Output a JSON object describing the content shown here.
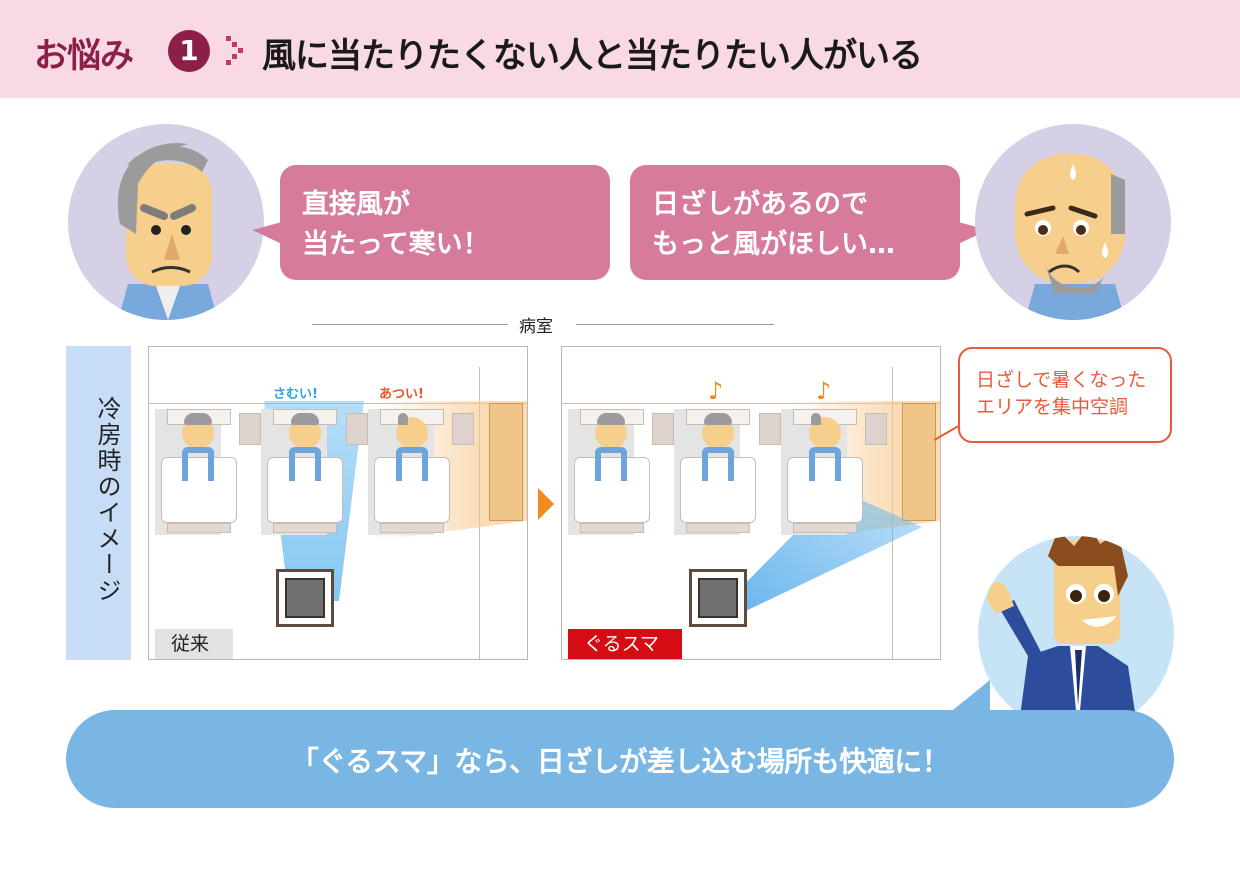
{
  "header": {
    "prefix": "お悩み",
    "number": "1",
    "title": "風に当たりたくない人と当たりたい人がいる",
    "colors": {
      "background": "#f8d9e4",
      "accent": "#8c1e4a"
    }
  },
  "speech_bubbles": [
    {
      "speaker": "angry-elderly-patient",
      "lines": [
        "直接風が",
        "当たって寒い！"
      ]
    },
    {
      "speaker": "sweating-elderly-patient",
      "lines": [
        "日ざしがあるので",
        "もっと風がほしい…"
      ]
    }
  ],
  "diagram": {
    "room_label": "病室",
    "side_label": "冷房時のイメージ",
    "panels": [
      {
        "tag": "従来",
        "exclamations": [
          {
            "text": "さむい!",
            "color": "#2aa2e0"
          },
          {
            "text": "あつい!",
            "color": "#e8562a"
          }
        ]
      },
      {
        "tag": "ぐるスマ",
        "notes": [
          "♪",
          "♪"
        ]
      }
    ],
    "callout": [
      "日ざしで暑くなった",
      "エリアを集中空調"
    ]
  },
  "conclusion": {
    "text": "「ぐるスマ」なら、日ざしが差し込む場所も快適に！",
    "color": "#7ab6e3"
  }
}
